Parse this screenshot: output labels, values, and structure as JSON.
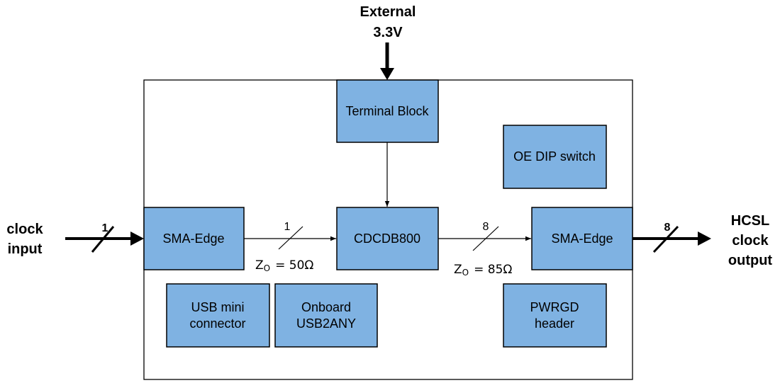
{
  "external_supply": {
    "line1": "External",
    "line2": "3.3V"
  },
  "blocks": {
    "terminal_block": "Terminal Block",
    "oe_dip_switch": "OE DIP switch",
    "sma_edge_in": "SMA-Edge",
    "cdcdb800": "CDCDB800",
    "sma_edge_out": "SMA-Edge",
    "usb_mini": [
      "USB mini",
      "connector"
    ],
    "onboard_usb2any": [
      "Onboard",
      "USB2ANY"
    ],
    "pwrgd_header": [
      "PWRGD",
      "header"
    ]
  },
  "left_io": {
    "line1": "clock",
    "line2": "input"
  },
  "right_io": {
    "line1": "HCSL",
    "line2": "clock",
    "line3": "output"
  },
  "bus_widths": {
    "input": "1",
    "sma_to_cdc": "1",
    "cdc_to_sma": "8",
    "output": "8"
  },
  "impedances": {
    "z_symbol": "Z",
    "z_subscript": "O",
    "left_value": "= 50Ω",
    "right_value": "= 85Ω"
  }
}
